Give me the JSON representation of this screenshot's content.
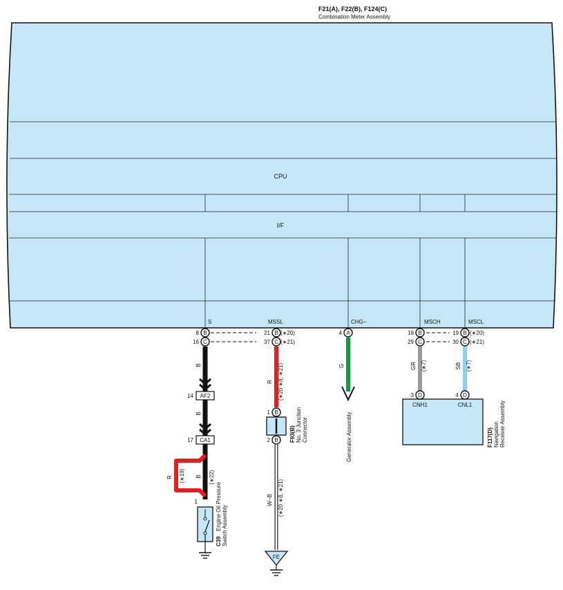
{
  "header": {
    "connector_codes": "F21(A), F22(B), F124(C)",
    "assembly_name": "Combination Meter Assembly"
  },
  "meter": {
    "cpu_label": "CPU",
    "if_label": "I/F",
    "fill_color": "#c5e7f7"
  },
  "terminals": {
    "s": "S",
    "mssl": "MSSL",
    "chg": "CHG−",
    "msch": "MSCH",
    "mscl": "MSCL"
  },
  "pins": {
    "p8": "8",
    "p16": "16",
    "p21": "21",
    "p37": "37",
    "p4": "4",
    "p18": "18",
    "p29": "29",
    "p19": "19",
    "p30": "30",
    "p3": "3",
    "p4d": "4",
    "p14": "14",
    "p17": "17",
    "p1a": "1",
    "p2a": "2",
    "p1b": "1"
  },
  "pin_letters": {
    "B": "B",
    "C": "C",
    "A": "A",
    "D": "D"
  },
  "notes": {
    "n20": "(∗20)",
    "n21": "(∗21)",
    "n7a": "(∗7)",
    "n7b": "(∗7)",
    "n19": "(∗19)",
    "n22": "(∗22)",
    "n20_8_21_a": "(∗20 ∗8, ∗21)",
    "n20_8_21_b": "(∗20 ∗8, ∗21)"
  },
  "wires": {
    "black_1": "B",
    "black_2": "B",
    "black_3": "B",
    "red_1": "R",
    "red_2": "R",
    "green": "G",
    "gray": "GR",
    "sky": "SB",
    "wb": "W−B"
  },
  "colors": {
    "black": "#111111",
    "red": "#e02020",
    "green": "#149a44",
    "gray": "#9a9a9a",
    "sky": "#8fd0f0",
    "wb_outline": "#222222"
  },
  "connectors": {
    "af2": "AF2",
    "ca1": "CA1",
    "fe": "FE"
  },
  "components": {
    "generator": "Generator Assembly",
    "junction_code": "F93(B)",
    "junction_name_1": "No. 3 Junction",
    "junction_name_2": "Connector",
    "switch_code": "C39",
    "switch_name_1": "Engine Oil Pressure",
    "switch_name_2": "Switch Assembly",
    "nav_code": "F117(D)",
    "nav_name_1": "Navigation",
    "nav_name_2": "Receiver Assembly",
    "nav_cnh1": "CNH1",
    "nav_cnl1": "CNL1"
  }
}
